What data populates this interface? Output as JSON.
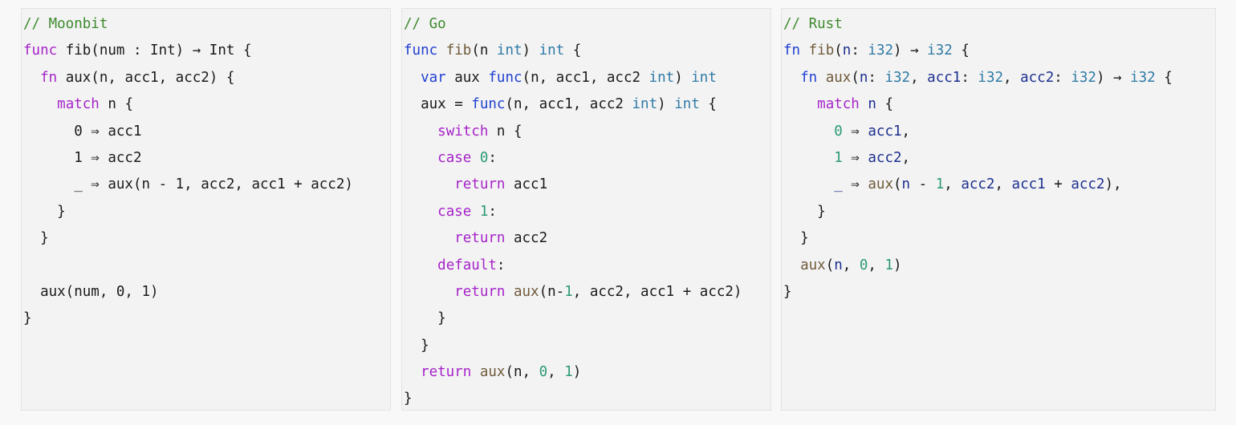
{
  "palette": {
    "comment": "#3e8a2e",
    "keyword_purple": "#a623c9",
    "keyword_blue": "#1f3fd1",
    "function": "#6f5a3a",
    "type": "#2f7aa6",
    "number": "#2c9a74",
    "variable": "#1c2f8f",
    "plain": "#1a1a1a",
    "panel_bg": "#f3f3f3",
    "page_bg": "#f8f8f8"
  },
  "panels": [
    {
      "language": "Moonbit",
      "lines": [
        [
          [
            "cm",
            "// Moonbit"
          ]
        ],
        [
          [
            "kw",
            "func"
          ],
          [
            "pl",
            " fib(num : Int) → Int {"
          ]
        ],
        [
          [
            "pl",
            "  "
          ],
          [
            "kw",
            "fn"
          ],
          [
            "pl",
            " aux(n, acc1, acc2) {"
          ]
        ],
        [
          [
            "pl",
            "    "
          ],
          [
            "kw",
            "match"
          ],
          [
            "pl",
            " n {"
          ]
        ],
        [
          [
            "pl",
            "      0 ⇒ acc1"
          ]
        ],
        [
          [
            "pl",
            "      1 ⇒ acc2"
          ]
        ],
        [
          [
            "pl",
            "      _ ⇒ aux(n - 1, acc2, acc1 + acc2)"
          ]
        ],
        [
          [
            "pl",
            "    }"
          ]
        ],
        [
          [
            "pl",
            "  }"
          ]
        ],
        [
          [
            "pl",
            ""
          ]
        ],
        [
          [
            "pl",
            "  aux(num, 0, 1)"
          ]
        ],
        [
          [
            "pl",
            "}"
          ]
        ]
      ]
    },
    {
      "language": "Go",
      "lines": [
        [
          [
            "cm",
            "// Go"
          ]
        ],
        [
          [
            "kw2",
            "func"
          ],
          [
            "pl",
            " "
          ],
          [
            "fn",
            "fib"
          ],
          [
            "pl",
            "(n "
          ],
          [
            "ty",
            "int"
          ],
          [
            "pl",
            ") "
          ],
          [
            "ty",
            "int"
          ],
          [
            "pl",
            " {"
          ]
        ],
        [
          [
            "pl",
            "  "
          ],
          [
            "kw2",
            "var"
          ],
          [
            "pl",
            " aux "
          ],
          [
            "kw2",
            "func"
          ],
          [
            "pl",
            "(n, acc1, acc2 "
          ],
          [
            "ty",
            "int"
          ],
          [
            "pl",
            ") "
          ],
          [
            "ty",
            "int"
          ]
        ],
        [
          [
            "pl",
            "  aux = "
          ],
          [
            "kw2",
            "func"
          ],
          [
            "pl",
            "(n, acc1, acc2 "
          ],
          [
            "ty",
            "int"
          ],
          [
            "pl",
            ") "
          ],
          [
            "ty",
            "int"
          ],
          [
            "pl",
            " {"
          ]
        ],
        [
          [
            "pl",
            "    "
          ],
          [
            "kw",
            "switch"
          ],
          [
            "pl",
            " n {"
          ]
        ],
        [
          [
            "pl",
            "    "
          ],
          [
            "kw",
            "case"
          ],
          [
            "pl",
            " "
          ],
          [
            "nu",
            "0"
          ],
          [
            "pl",
            ":"
          ]
        ],
        [
          [
            "pl",
            "      "
          ],
          [
            "kw",
            "return"
          ],
          [
            "pl",
            " acc1"
          ]
        ],
        [
          [
            "pl",
            "    "
          ],
          [
            "kw",
            "case"
          ],
          [
            "pl",
            " "
          ],
          [
            "nu",
            "1"
          ],
          [
            "pl",
            ":"
          ]
        ],
        [
          [
            "pl",
            "      "
          ],
          [
            "kw",
            "return"
          ],
          [
            "pl",
            " acc2"
          ]
        ],
        [
          [
            "pl",
            "    "
          ],
          [
            "kw",
            "default"
          ],
          [
            "pl",
            ":"
          ]
        ],
        [
          [
            "pl",
            "      "
          ],
          [
            "kw",
            "return"
          ],
          [
            "pl",
            " "
          ],
          [
            "fn",
            "aux"
          ],
          [
            "pl",
            "(n-"
          ],
          [
            "nu",
            "1"
          ],
          [
            "pl",
            ", acc2, acc1 + acc2)"
          ]
        ],
        [
          [
            "pl",
            "    }"
          ]
        ],
        [
          [
            "pl",
            "  }"
          ]
        ],
        [
          [
            "pl",
            "  "
          ],
          [
            "kw",
            "return"
          ],
          [
            "pl",
            " "
          ],
          [
            "fn",
            "aux"
          ],
          [
            "pl",
            "(n, "
          ],
          [
            "nu",
            "0"
          ],
          [
            "pl",
            ", "
          ],
          [
            "nu",
            "1"
          ],
          [
            "pl",
            ")"
          ]
        ],
        [
          [
            "pl",
            "}"
          ]
        ]
      ]
    },
    {
      "language": "Rust",
      "lines": [
        [
          [
            "cm",
            "// Rust"
          ]
        ],
        [
          [
            "kw2",
            "fn"
          ],
          [
            "pl",
            " "
          ],
          [
            "fn",
            "fib"
          ],
          [
            "pl",
            "("
          ],
          [
            "va",
            "n"
          ],
          [
            "pl",
            ": "
          ],
          [
            "ty",
            "i32"
          ],
          [
            "pl",
            ") → "
          ],
          [
            "ty",
            "i32"
          ],
          [
            "pl",
            " {"
          ]
        ],
        [
          [
            "pl",
            "  "
          ],
          [
            "kw2",
            "fn"
          ],
          [
            "pl",
            " "
          ],
          [
            "fn",
            "aux"
          ],
          [
            "pl",
            "("
          ],
          [
            "va",
            "n"
          ],
          [
            "pl",
            ": "
          ],
          [
            "ty",
            "i32"
          ],
          [
            "pl",
            ", "
          ],
          [
            "va",
            "acc1"
          ],
          [
            "pl",
            ": "
          ],
          [
            "ty",
            "i32"
          ],
          [
            "pl",
            ", "
          ],
          [
            "va",
            "acc2"
          ],
          [
            "pl",
            ": "
          ],
          [
            "ty",
            "i32"
          ],
          [
            "pl",
            ") → "
          ],
          [
            "ty",
            "i32"
          ],
          [
            "pl",
            " {"
          ]
        ],
        [
          [
            "pl",
            "    "
          ],
          [
            "kw",
            "match"
          ],
          [
            "pl",
            " "
          ],
          [
            "va",
            "n"
          ],
          [
            "pl",
            " {"
          ]
        ],
        [
          [
            "pl",
            "      "
          ],
          [
            "nu",
            "0"
          ],
          [
            "pl",
            " ⇒ "
          ],
          [
            "va",
            "acc1"
          ],
          [
            "pl",
            ","
          ]
        ],
        [
          [
            "pl",
            "      "
          ],
          [
            "nu",
            "1"
          ],
          [
            "pl",
            " ⇒ "
          ],
          [
            "va",
            "acc2"
          ],
          [
            "pl",
            ","
          ]
        ],
        [
          [
            "pl",
            "      "
          ],
          [
            "va",
            "_"
          ],
          [
            "pl",
            " ⇒ "
          ],
          [
            "fn",
            "aux"
          ],
          [
            "pl",
            "("
          ],
          [
            "va",
            "n"
          ],
          [
            "pl",
            " - "
          ],
          [
            "nu",
            "1"
          ],
          [
            "pl",
            ", "
          ],
          [
            "va",
            "acc2"
          ],
          [
            "pl",
            ", "
          ],
          [
            "va",
            "acc1"
          ],
          [
            "pl",
            " + "
          ],
          [
            "va",
            "acc2"
          ],
          [
            "pl",
            "),"
          ]
        ],
        [
          [
            "pl",
            "    }"
          ]
        ],
        [
          [
            "pl",
            "  }"
          ]
        ],
        [
          [
            "pl",
            "  "
          ],
          [
            "fn",
            "aux"
          ],
          [
            "pl",
            "("
          ],
          [
            "va",
            "n"
          ],
          [
            "pl",
            ", "
          ],
          [
            "nu",
            "0"
          ],
          [
            "pl",
            ", "
          ],
          [
            "nu",
            "1"
          ],
          [
            "pl",
            ")"
          ]
        ],
        [
          [
            "pl",
            "}"
          ]
        ]
      ]
    }
  ]
}
